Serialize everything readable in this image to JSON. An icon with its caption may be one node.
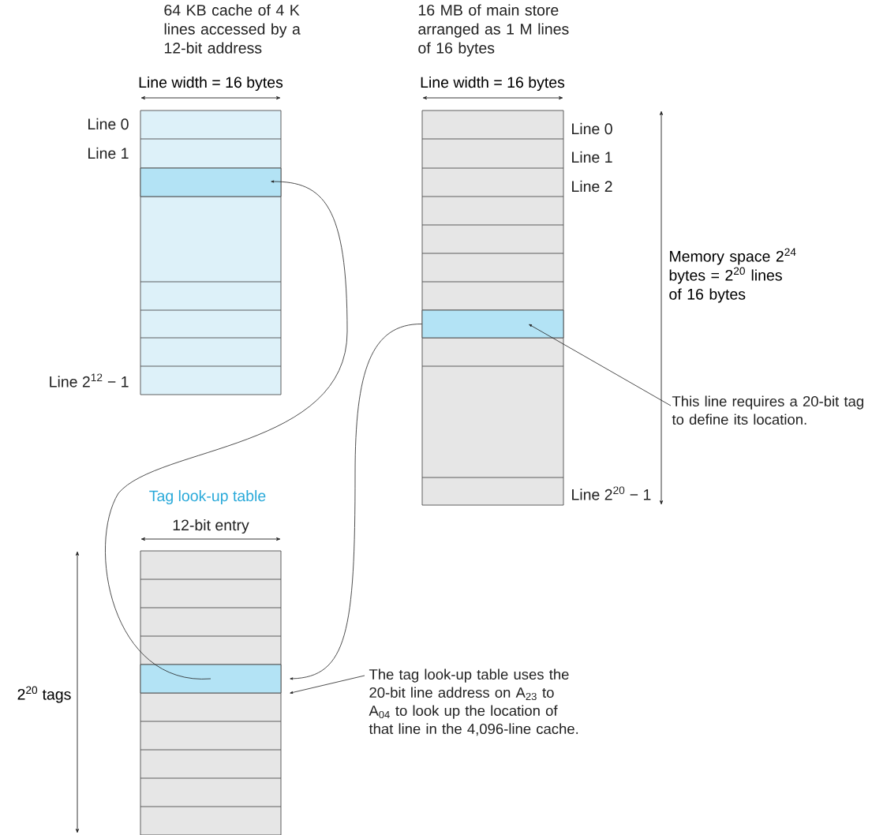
{
  "diagram": {
    "nodes": [
      {
        "text": [],
        "shape": "bar"
      },
      {
        "text": [],
        "shape": "bar"
      },
      {
        "text": [],
        "shape": "bar"
      },
      {
        "text": [
          "This line requires a 20-bit tag to define its location."
        ]
      },
      {
        "text": [
          "The tag look-up table uses the 20-bit line address on A$_{23}$ to A$_{04}$ to look up the location of that line in the 4,096-line cache."
        ]
      }
    ],
    "edges": [
      {
        "from": 2,
        "to": 0,
        "arrow": "to"
      },
      {
        "from": 1,
        "to": 2,
        "arrow": "to"
      },
      {
        "from": 3,
        "to": 1,
        "arrow": "to"
      },
      {
        "from": 4,
        "to": 2,
        "arrow": "to"
      }
    ],
    "labels": [
      "64 KB cache of 4 K lines accessed by a 12-bit address",
      "16 MB of main store arranged as 1 M lines of 16 bytes",
      "Line width = 16 bytes",
      "Line width = 16 bytes",
      "Line 0",
      "Line 0",
      "Line 1",
      "Line 1",
      "Line 2",
      "Memory space 2$^{24}$ bytes = 2$^{20}$ lines of 16 bytes",
      "Line 2$^{12}$ − 1",
      "Tag look-up table",
      "Line 2$^{20}$ − 1",
      "12-bit entry",
      "2$^{20}$ tags"
    ]
  }
}
